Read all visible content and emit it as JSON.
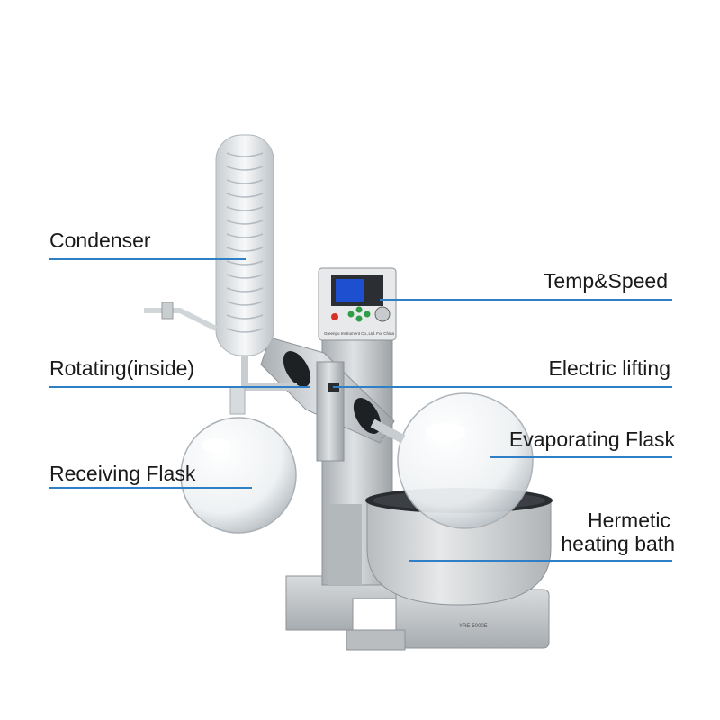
{
  "labels": {
    "condenser": "Condenser",
    "rotating": "Rotating(inside)",
    "receiving_flask": "Receiving Flask",
    "temp_speed": "Temp&Speed",
    "electric_lifting": "Electric lifting",
    "evaporating_flask": "Evaporating Flask",
    "hermetic_line1": "Hermetic",
    "hermetic_line2": "heating bath"
  },
  "device": {
    "panel_brand": "Greenpo Instrument Co.,Ltd. For China",
    "model": "YRE-5000E"
  },
  "colors": {
    "leader_line": "#2f7fc7",
    "label_text": "#1a1a1a",
    "body_metal": "#c9cdd0",
    "display_blue": "#1d4fd0",
    "button_red": "#d9302a",
    "button_green": "#2f9d49"
  }
}
